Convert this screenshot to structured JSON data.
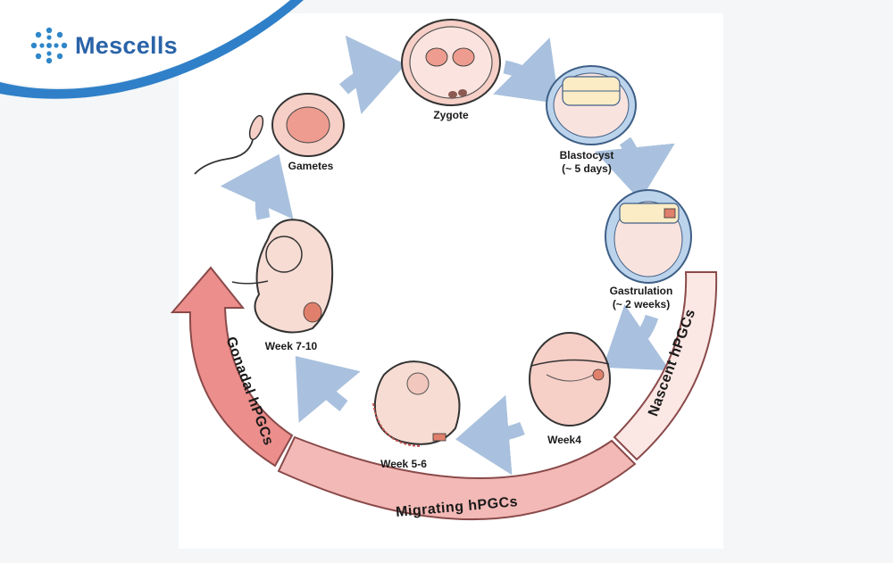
{
  "brand": {
    "name": "Mescells"
  },
  "stages": {
    "zygote": "Zygote",
    "gametes": "Gametes",
    "blastocyst_name": "Blastocyst",
    "blastocyst_time": "(~ 5 days)",
    "gastrulation_name": "Gastrulation",
    "gastrulation_time": "(~ 2 weeks)",
    "week4": "Week4",
    "week56": "Week 5-6",
    "week710": "Week 7-10"
  },
  "bands": {
    "nascent": "Nascent  hPGCs",
    "migrating": "Migrating hPGCs",
    "gonadal": "Gonadal hPGCs"
  },
  "colors": {
    "brand": "#2a63a8",
    "cycle_arrow": "#a9c1de",
    "cell_outline": "#3e5f86",
    "cell_fill": "#f6cfc7",
    "embryo_fill": "#f7dcd3",
    "nascent_band": "#fbe7e3",
    "migrating_band": "#f3b9b6",
    "gonadal_band": "#ec8e8c"
  }
}
